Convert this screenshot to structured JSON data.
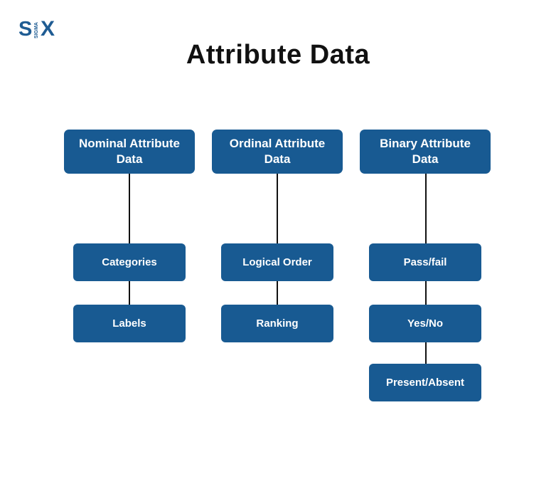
{
  "logo": {
    "s": "S",
    "sigma": "SIGMA",
    "x": "X"
  },
  "title": "Attribute Data",
  "colors": {
    "box": "#185a92",
    "connector": "#111111",
    "title": "#111111"
  },
  "columns": [
    {
      "heading": "Nominal Attribute Data",
      "items": [
        "Categories",
        "Labels"
      ]
    },
    {
      "heading": "Ordinal Attribute Data",
      "items": [
        "Logical Order",
        "Ranking"
      ]
    },
    {
      "heading": "Binary Attribute Data",
      "items": [
        "Pass/fail",
        "Yes/No",
        "Present/Absent"
      ]
    }
  ]
}
